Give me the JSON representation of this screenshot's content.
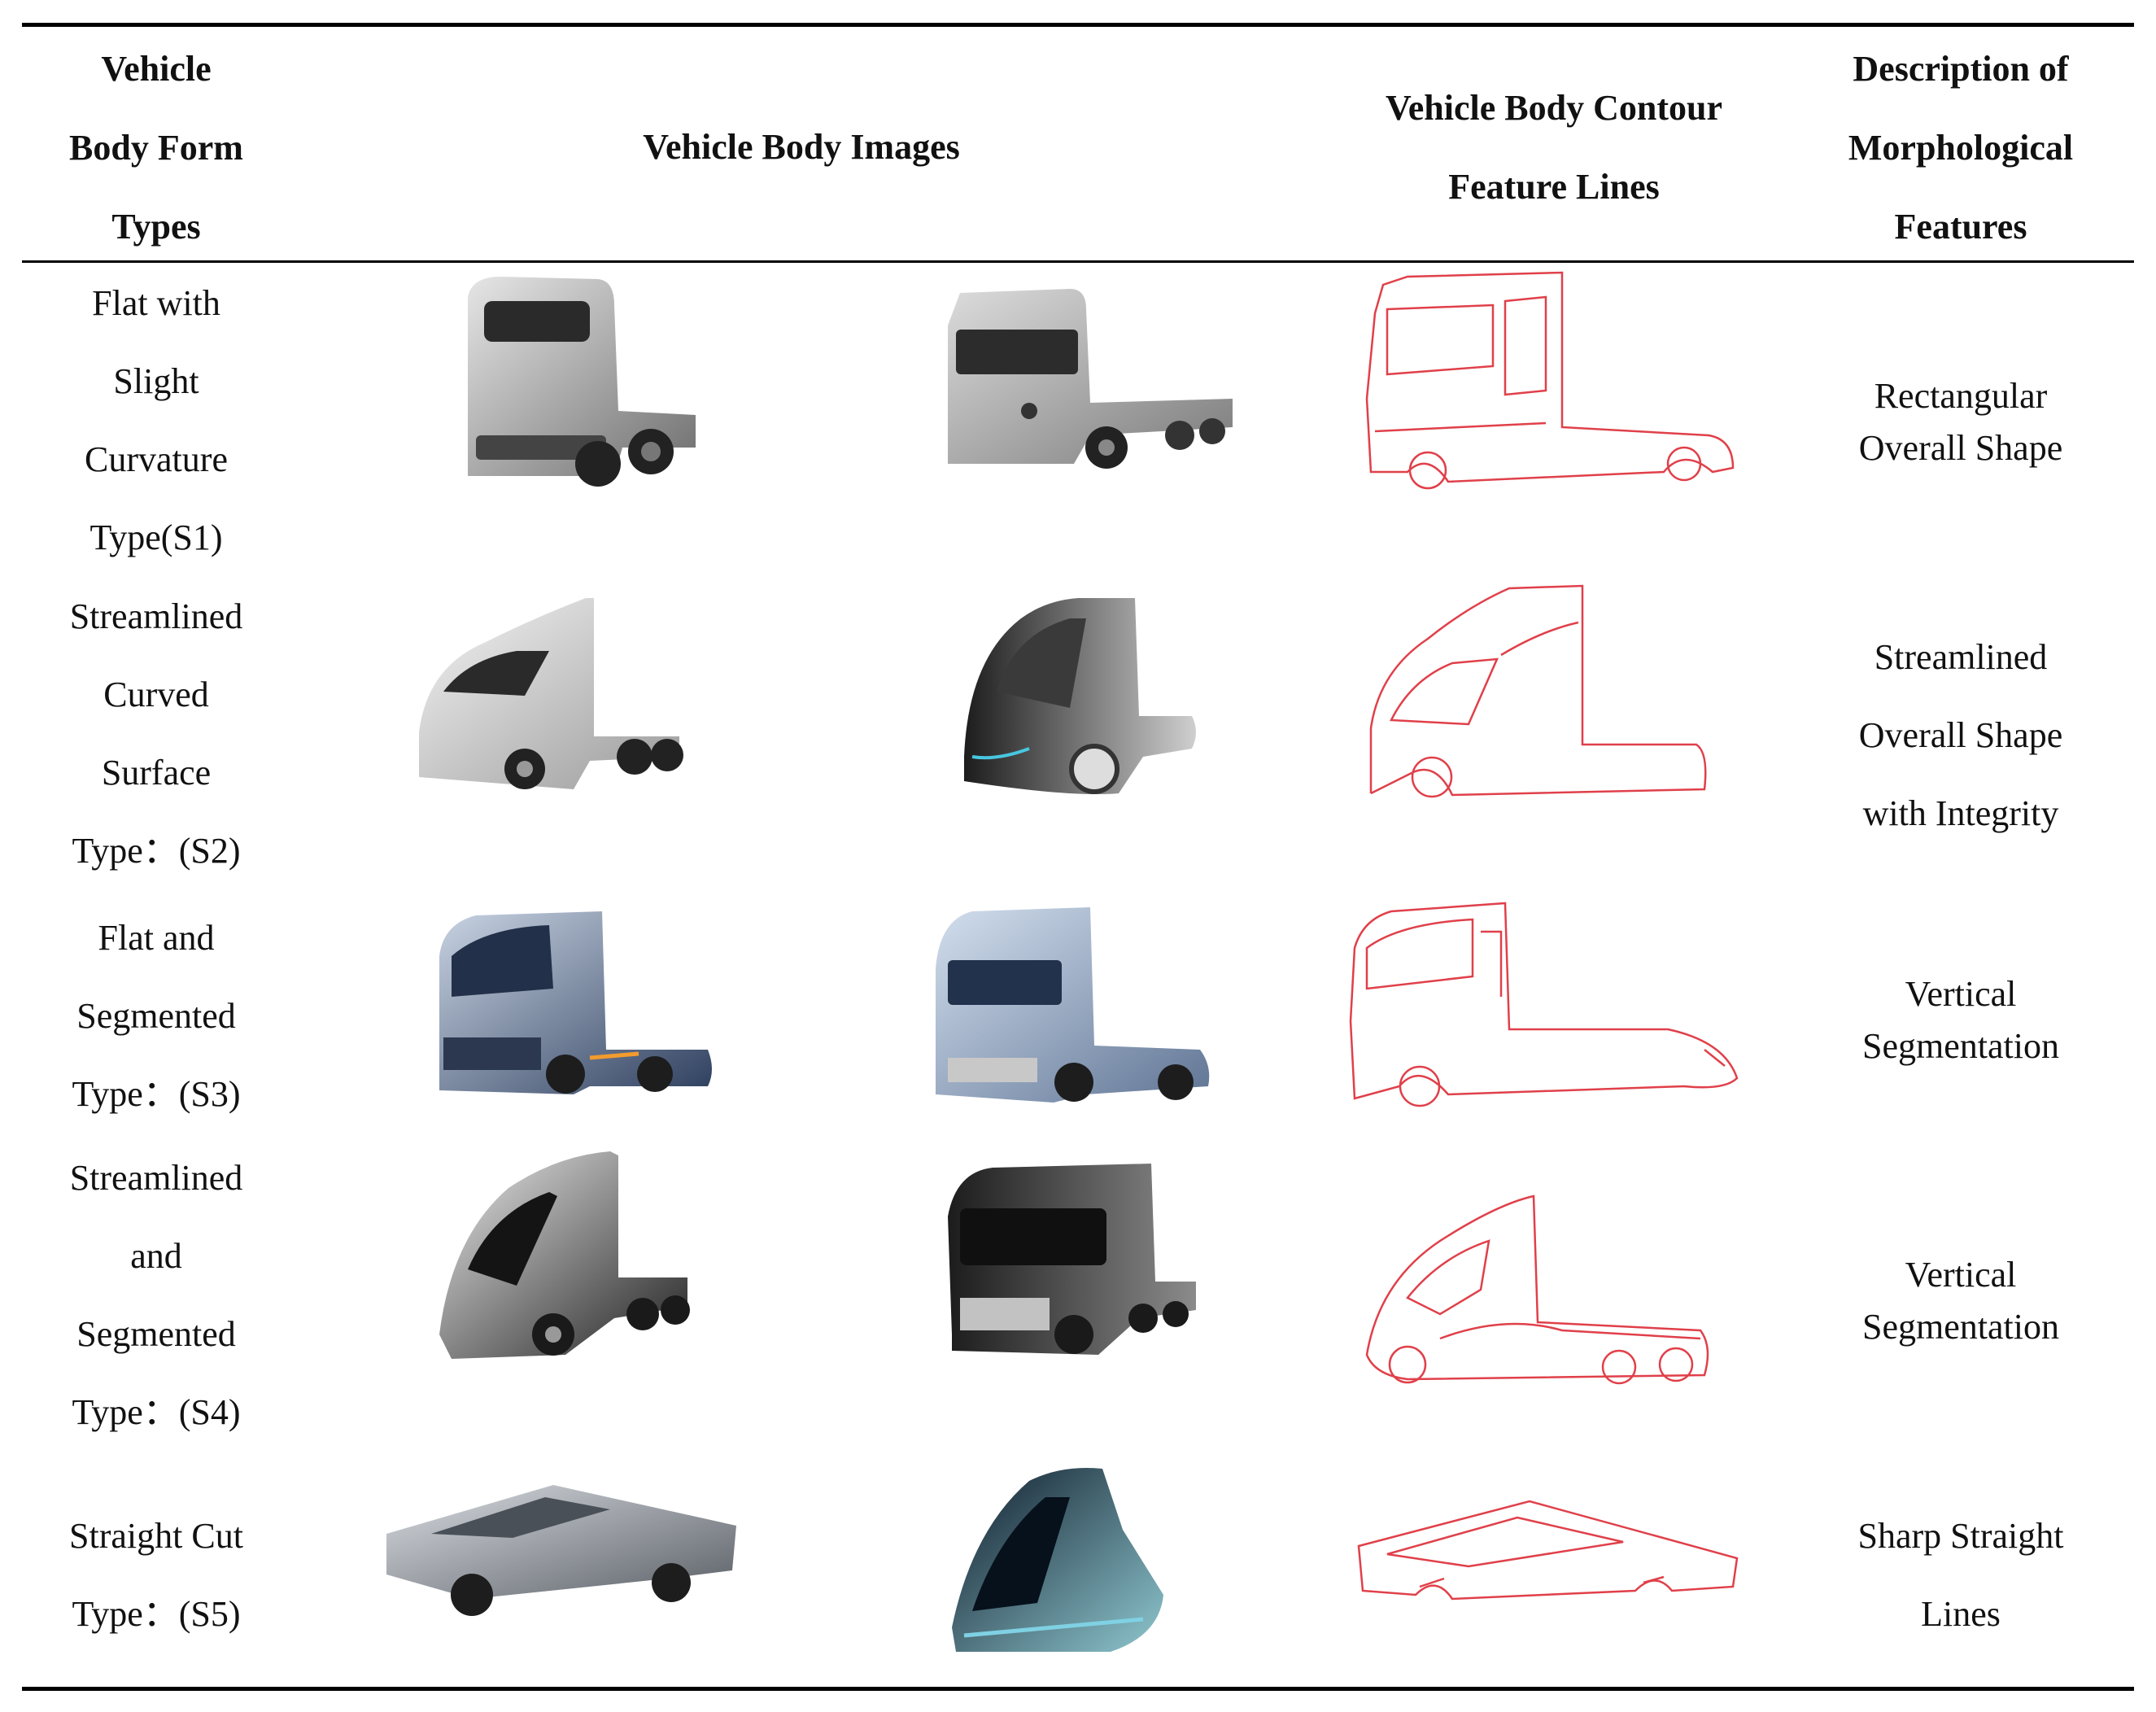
{
  "header": {
    "col1": "Vehicle\nBody Form\nTypes",
    "col2": "Vehicle Body Images",
    "col3": "Vehicle Body Contour\nFeature Lines",
    "col4": "Description of\nMorphological\nFeatures"
  },
  "rows": [
    {
      "type": "Flat with\nSlight\nCurvature\nType(S1)",
      "desc": "Rectangular\nOverall Shape"
    },
    {
      "type": "Streamlined\nCurved\nSurface\nType：(S2)",
      "desc": "Streamlined\nOverall Shape\nwith Integrity"
    },
    {
      "type": "Flat and\nSegmented\nType：(S3)",
      "desc": "Vertical\nSegmentation"
    },
    {
      "type": "Streamlined\nand\nSegmented\nType：(S4)",
      "desc": "Vertical\nSegmentation"
    },
    {
      "type": "Straight Cut\nType：(S5)",
      "desc": "Sharp Straight\nLines"
    }
  ],
  "colors": {
    "contour_line": "#e0404a",
    "rule": "#000000"
  }
}
